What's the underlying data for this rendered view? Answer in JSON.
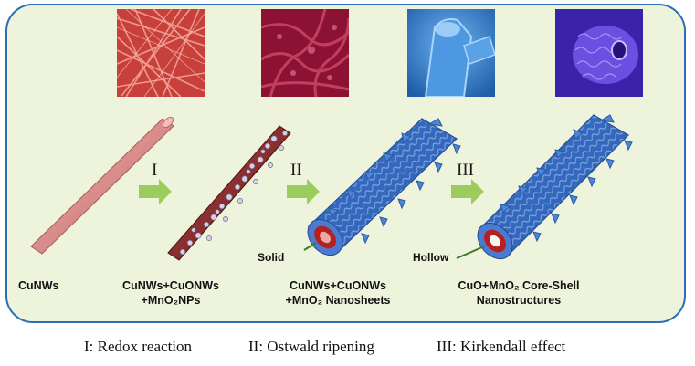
{
  "steps": {
    "s1": "I",
    "s2": "II",
    "s3": "III"
  },
  "labels": {
    "cunws": "CuNWs",
    "stage2_line1": "CuNWs+CuONWs",
    "stage2_line2": "+MnO₂NPs",
    "stage3_line1": "CuNWs+CuONWs",
    "stage3_line2": "+MnO₂ Nanosheets",
    "stage4_line1": "CuO+MnO₂ Core-Shell",
    "stage4_line2": "Nanostructures"
  },
  "tags": {
    "solid": "Solid",
    "hollow": "Hollow"
  },
  "legend": {
    "i": "I: Redox reaction",
    "ii": "II: Ostwald ripening",
    "iii": "III: Kirkendall effect"
  },
  "colors": {
    "panel_bg": "#eef3dc",
    "panel_border": "#2a6fb8",
    "arrow": "#9ccc5e",
    "copper": "#d98d8a",
    "cuo": "#8e2d2d",
    "nanosheet": "#3a6fc4",
    "sem_red": "#e0524a",
    "sem_crimson": "#9e1a3a",
    "sem_blue": "#3f8fd8",
    "sem_violet": "#5c3ed4"
  },
  "images": [
    "sem-cunws",
    "sem-mno2-nps",
    "sem-nanosheets",
    "sem-core-shell"
  ]
}
